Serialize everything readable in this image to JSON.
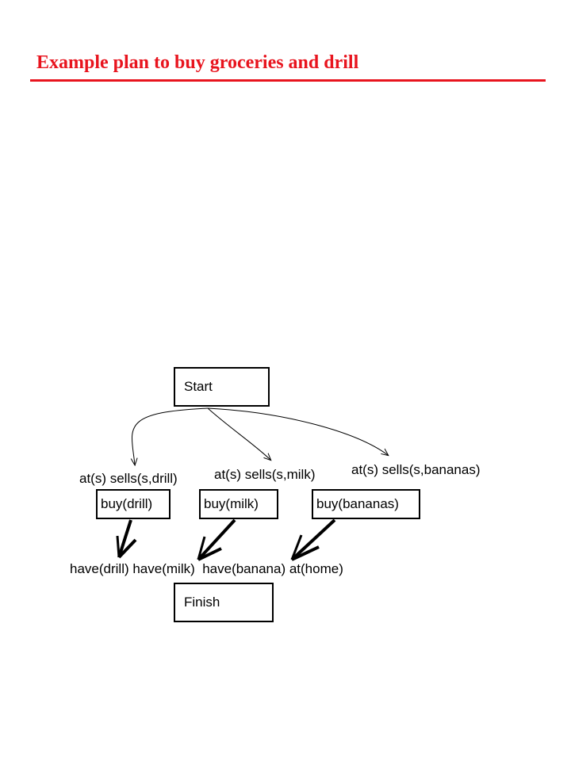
{
  "slide": {
    "title": "Example plan to buy groceries and drill",
    "accent_color": "#e8141e"
  },
  "plan": {
    "start_label": "Start",
    "finish_label": "Finish",
    "actions": [
      {
        "label": "buy(drill)",
        "preconditions": "at(s) sells(s,drill)"
      },
      {
        "label": "buy(milk)",
        "preconditions": "at(s) sells(s,milk)"
      },
      {
        "label": "buy(bananas)",
        "preconditions": "at(s) sells(s,bananas)"
      }
    ],
    "finish_preconditions": "have(drill) have(milk)  have(banana) at(home)"
  }
}
